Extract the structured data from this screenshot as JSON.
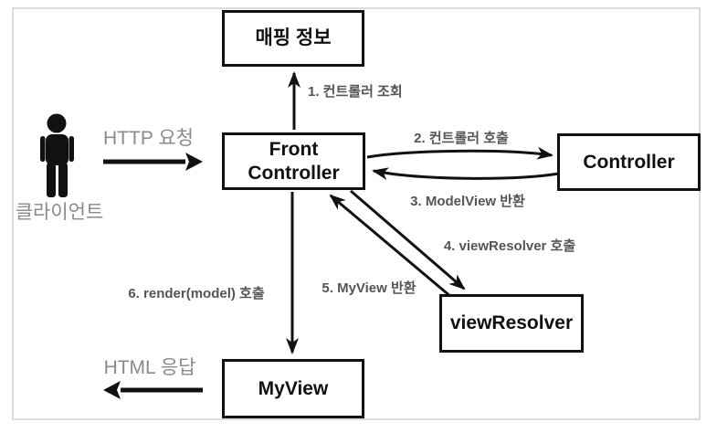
{
  "colors": {
    "background": "#ffffff",
    "frame_border": "#dcdcdc",
    "box_border": "#111111",
    "box_text": "#111111",
    "arrow": "#111111",
    "flow_label": "#8a8a8a",
    "step_label": "#555555"
  },
  "client": {
    "label": "클라이언트",
    "icon": "person-icon"
  },
  "flows": {
    "http_request": "HTTP 요청",
    "html_response": "HTML 응답"
  },
  "boxes": {
    "mapping_info": "매핑 정보",
    "front_controller": {
      "line1": "Front",
      "line2": "Controller"
    },
    "controller": "Controller",
    "view_resolver": "viewResolver",
    "my_view": "MyView"
  },
  "steps": {
    "s1": "1. 컨트롤러 조회",
    "s2": "2. 컨트롤러 호출",
    "s3": "3. ModelView 반환",
    "s4": "4. viewResolver 호출",
    "s5": "5. MyView 반환",
    "s6": "6. render(model) 호출"
  }
}
